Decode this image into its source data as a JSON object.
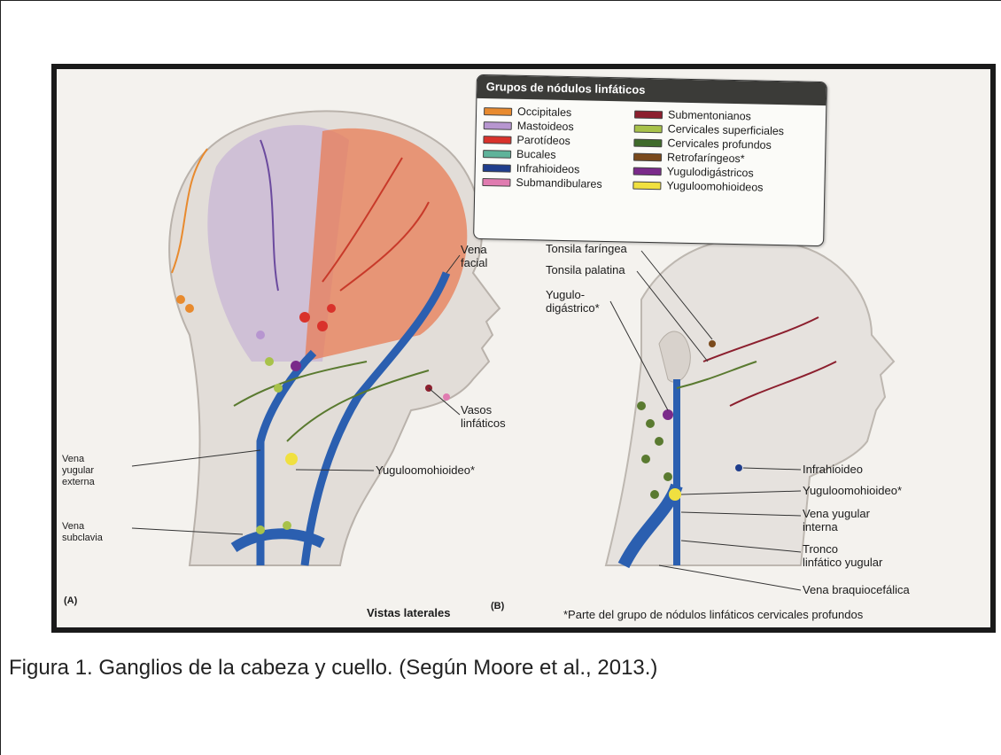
{
  "figure": {
    "legend": {
      "title": "Grupos de nódulos linfáticos",
      "left_items": [
        {
          "label": "Occipitales",
          "color": "#e88a2e"
        },
        {
          "label": "Mastoideos",
          "color": "#b796d0"
        },
        {
          "label": "Parotídeos",
          "color": "#d9322b"
        },
        {
          "label": "Bucales",
          "color": "#5fb39a"
        },
        {
          "label": "Infrahioideos",
          "color": "#1f3d8c"
        },
        {
          "label": "Submandibulares",
          "color": "#e07bb0"
        }
      ],
      "right_items": [
        {
          "label": "Submentonianos",
          "color": "#8c1f2e"
        },
        {
          "label": "Cervicales superficiales",
          "color": "#a8c24a"
        },
        {
          "label": "Cervicales profundos",
          "color": "#3f6b2a"
        },
        {
          "label": "Retrofaríngeos*",
          "color": "#7a4a1c"
        },
        {
          "label": "Yugulodigástricos",
          "color": "#7a2a8a"
        },
        {
          "label": "Yuguloomohioideos",
          "color": "#f0e040"
        }
      ]
    },
    "panel_a": {
      "letter": "(A)",
      "labels": {
        "vena_facial": "Vena\nfacial",
        "vasos_linfaticos": "Vasos\nlinfáticos",
        "vena_yugular_externa": "Vena\nyugular\nexterna",
        "vena_subclavia": "Vena\nsubclavia",
        "yuguloomohioideo": "Yuguloomohioideo*"
      }
    },
    "panel_b": {
      "letter": "(B)",
      "labels": {
        "tonsila_faringea": "Tonsila faríngea",
        "tonsila_palatina": "Tonsila palatina",
        "yugulodigastrico": "Yugulo-\ndigástrico*",
        "infrahioideo": "Infrahioideo",
        "yuguloomohioideo": "Yuguloomohioideo*",
        "vena_yugular_interna": "Vena yugular\ninterna",
        "tronco_linfatico": "Tronco\nlinfático yugular",
        "vena_braquiocefalica": "Vena braquiocefálica"
      }
    },
    "vistas_label": "Vistas laterales",
    "footnote": "*Parte del grupo de nódulos linfáticos cervicales profundos"
  },
  "caption": "Figura 1. Ganglios de la cabeza y cuello. (Según Moore et al., 2013.)"
}
